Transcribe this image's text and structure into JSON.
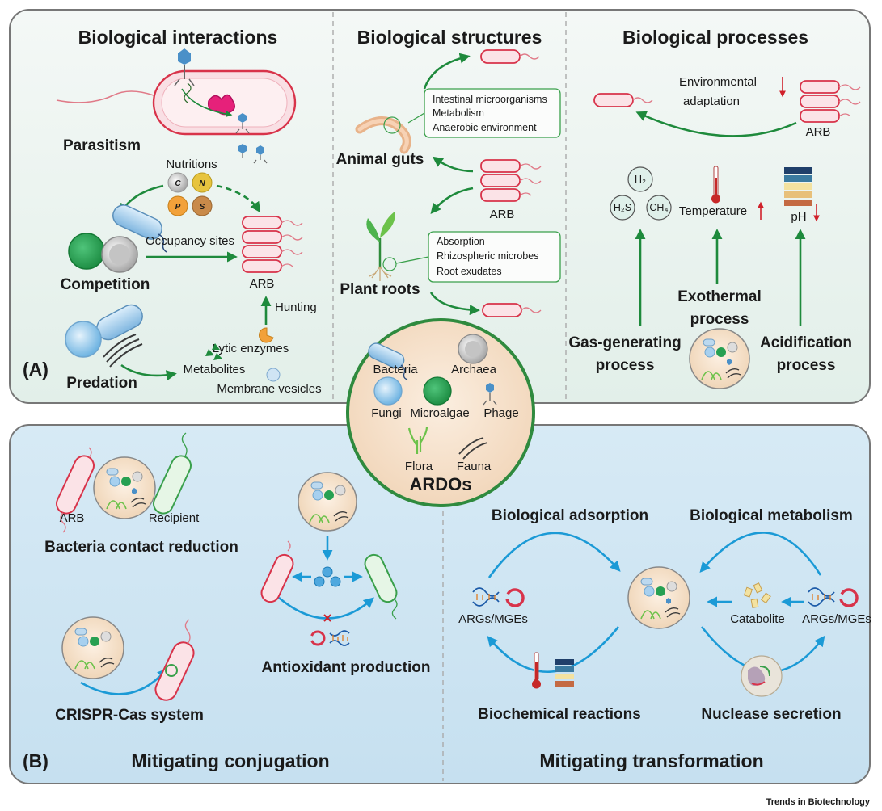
{
  "colors": {
    "panel_a": "#e9f2ef",
    "panel_b": "#cfe5f2",
    "arrow_green": "#1e8a3c",
    "arrow_blue": "#1b9ad6",
    "arb": "#d8334a",
    "recipient": "#3aa04b"
  },
  "panel_a": {
    "tag": "(A)",
    "interactions": {
      "title": "Biological interactions",
      "parasitism": "Parasitism",
      "nutritions": "Nutritions",
      "nutrients": [
        "C",
        "N",
        "P",
        "S"
      ],
      "occupancy": "Occupancy sites",
      "competition": "Competition",
      "arb": "ARB",
      "hunting": "Hunting",
      "lytic": "Lytic enzymes",
      "metabolites": "Metabolites",
      "vesicles": "Membrane vesicles",
      "predation": "Predation"
    },
    "structures": {
      "title": "Biological structures",
      "gut_box": [
        "Intestinal microorganisms",
        "Metabolism",
        "Anaerobic environment"
      ],
      "animal_guts": "Animal guts",
      "arb": "ARB",
      "root_box": [
        "Absorption",
        "Rhizospheric microbes",
        "Root exudates"
      ],
      "plant_roots": "Plant roots"
    },
    "processes": {
      "title": "Biological processes",
      "env": [
        "Environmental",
        "adaptation"
      ],
      "arb": "ARB",
      "gases": [
        "H₂",
        "H₂S",
        "CH₄"
      ],
      "temperature": "Temperature",
      "ph": "pH",
      "gas": [
        "Gas-generating",
        "process"
      ],
      "exo": [
        "Exothermal",
        "process"
      ],
      "acid": [
        "Acidification",
        "process"
      ]
    }
  },
  "center": {
    "bacteria": "Bacteria",
    "archaea": "Archaea",
    "fungi": "Fungi",
    "microalgae": "Microalgae",
    "phage": "Phage",
    "flora": "Flora",
    "fauna": "Fauna",
    "title": "ARDOs"
  },
  "panel_b": {
    "tag": "(B)",
    "arb": "ARB",
    "recipient": "Recipient",
    "contact": "Bacteria contact reduction",
    "antioxidant": "Antioxidant production",
    "crispr": "CRISPR-Cas system",
    "conjugation": "Mitigating conjugation",
    "adsorption": "Biological adsorption",
    "metabolism": "Biological metabolism",
    "args_left": "ARGs/MGEs",
    "args_right": "ARGs/MGEs",
    "catabolite": "Catabolite",
    "biochemical": "Biochemical reactions",
    "nuclease": "Nuclease secretion",
    "transformation": "Mitigating transformation"
  },
  "credit": "Trends in Biotechnology"
}
